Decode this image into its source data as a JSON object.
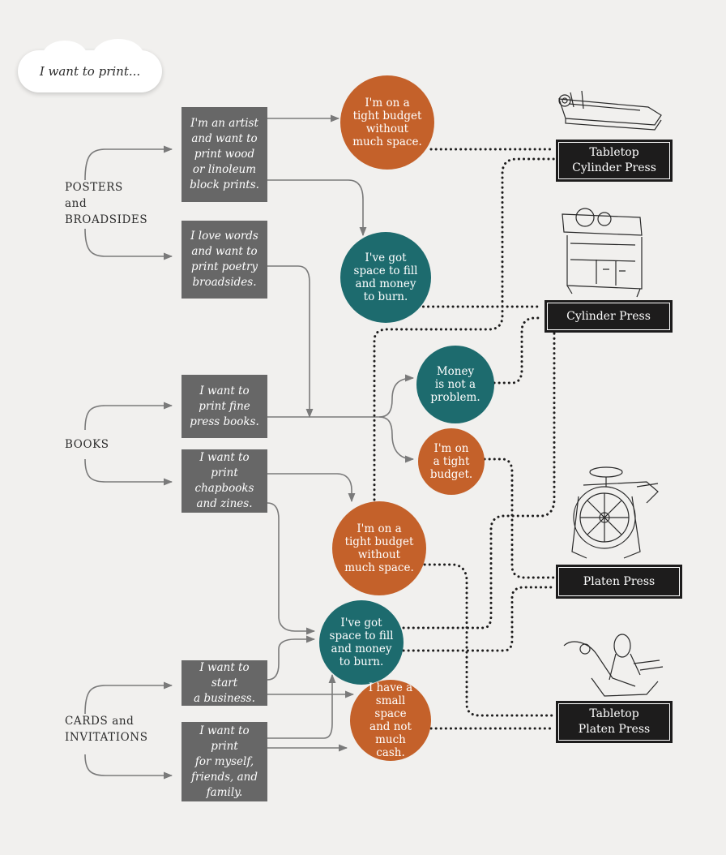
{
  "start_label": "I want to print...",
  "categories": {
    "posters": [
      "POSTERS",
      "and",
      "BROADSIDES"
    ],
    "books": "BOOKS",
    "cards": [
      "CARDS and",
      "INVITATIONS"
    ]
  },
  "choices": [
    [
      "I'm an artist",
      "and want to",
      "print wood",
      "or linoleum",
      "block prints."
    ],
    [
      "I love words",
      "and want to",
      "print poetry",
      "broadsides."
    ],
    [
      "I want to",
      "print fine",
      "press books."
    ],
    [
      "I want to print",
      "chapbooks",
      "and zines."
    ],
    [
      "I want to start",
      "a business."
    ],
    [
      "I want to print",
      "for myself,",
      "friends, and",
      "family."
    ]
  ],
  "conditions": [
    [
      "I'm on a",
      "tight budget",
      "without",
      "much space."
    ],
    [
      "I've got",
      "space to fill",
      "and money",
      "to burn."
    ],
    [
      "Money",
      "is not a",
      "problem."
    ],
    [
      "I'm on",
      "a tight",
      "budget."
    ],
    [
      "I'm on a",
      "tight budget",
      "without",
      "much space."
    ],
    [
      "I've got",
      "space to fill",
      "and money",
      "to burn."
    ],
    [
      "I have a",
      "small space",
      "and not",
      "much cash."
    ]
  ],
  "presses": [
    [
      "Tabletop",
      "Cylinder Press"
    ],
    [
      "Cylinder Press"
    ],
    [
      "Platen Press"
    ],
    [
      "Tabletop",
      "Platen Press"
    ]
  ],
  "colors": {
    "orange": "#c4612a",
    "teal": "#1d6b6e",
    "gray_box": "#676767",
    "press_box": "#1d1c1c",
    "background": "#f1f0ee"
  }
}
